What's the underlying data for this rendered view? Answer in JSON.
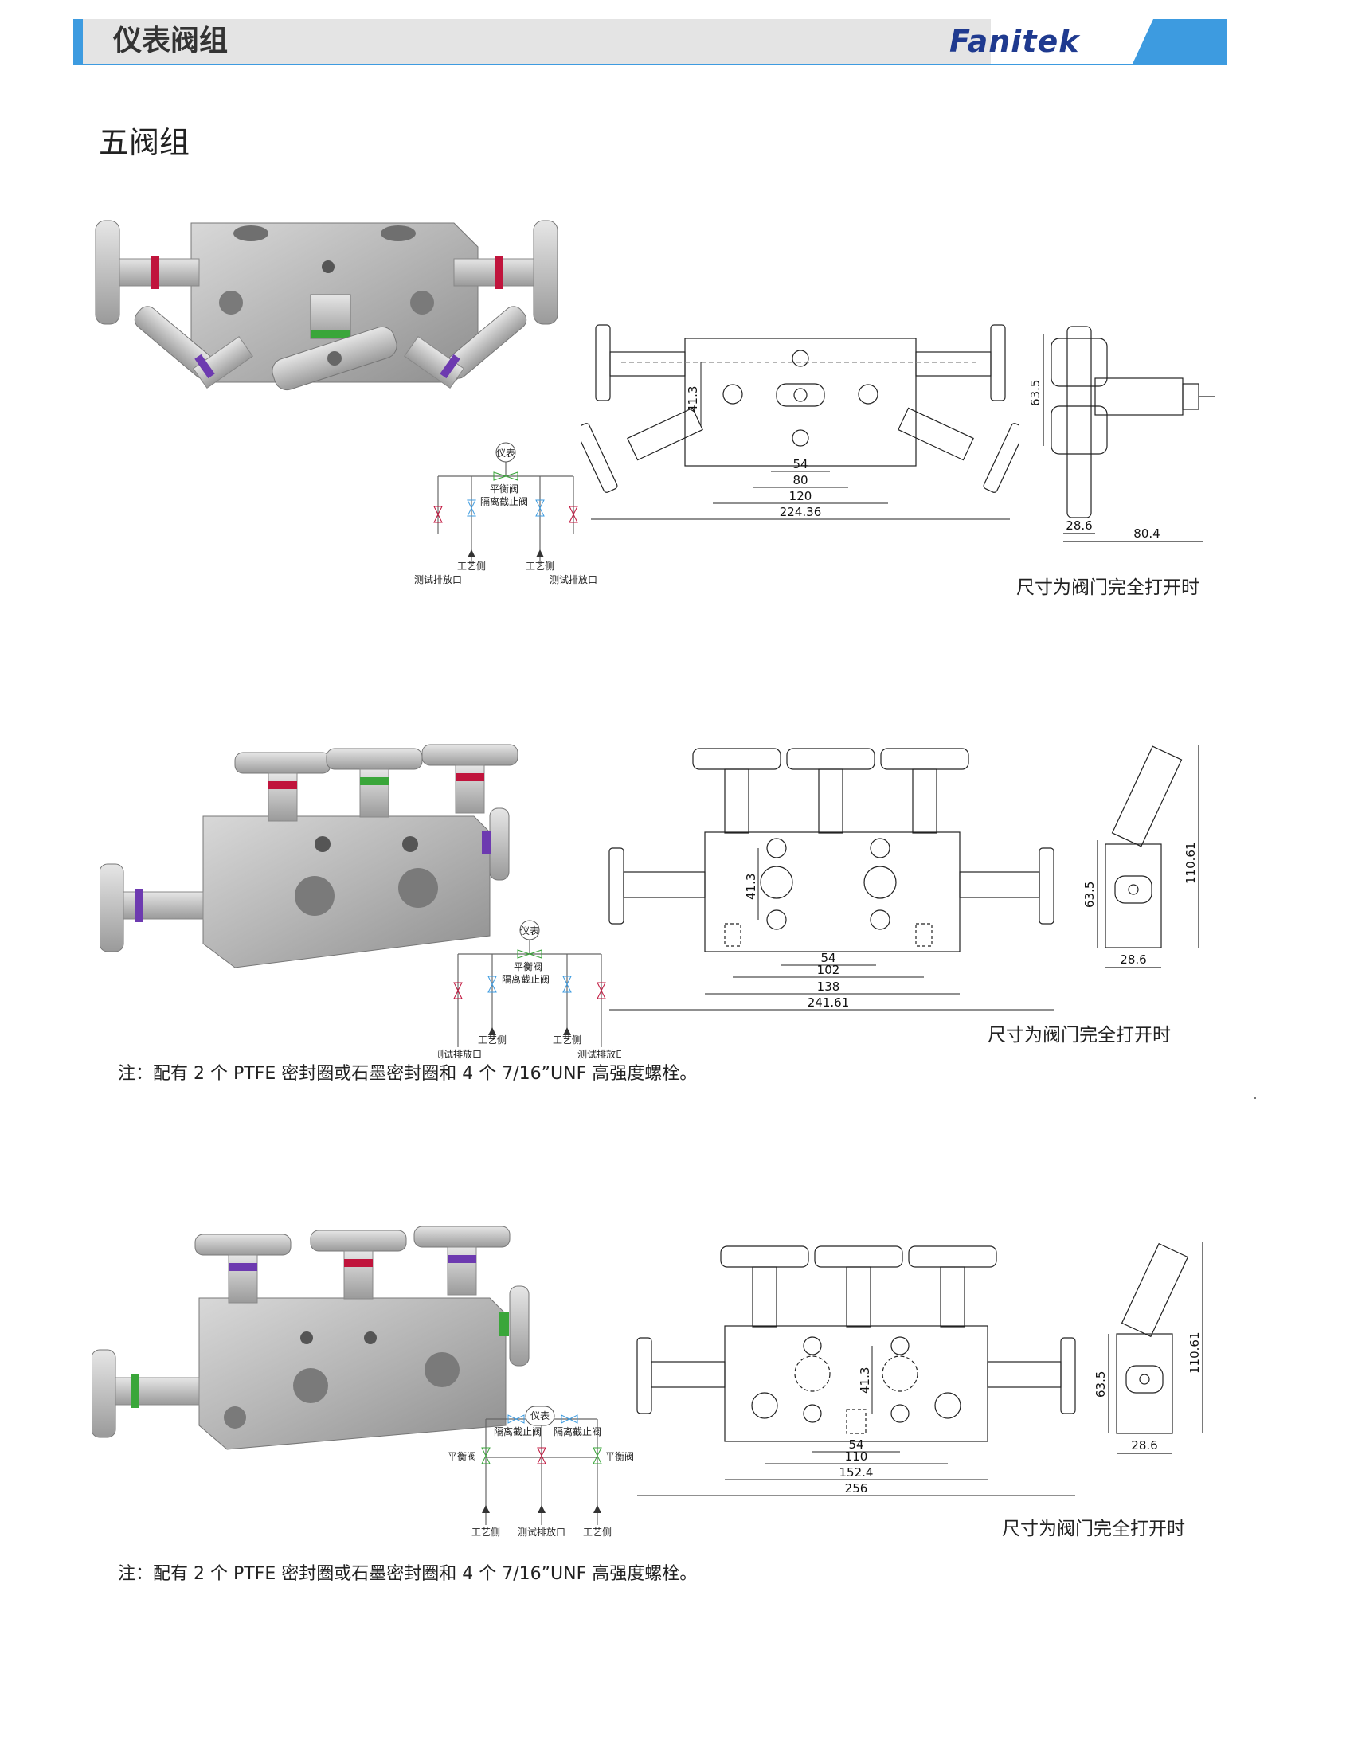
{
  "header": {
    "title": "仪表阀组",
    "logo": "Fanitek",
    "accent_color": "#3d9be0",
    "logo_color": "#1f3a8f"
  },
  "section_title": "五阀组",
  "schematic_labels": {
    "instrument": "仪表",
    "balance_valve": "平衡阀",
    "isolation_valve": "隔离截止阀",
    "process_side": "工艺侧",
    "test_drain": "测试排放口"
  },
  "products": [
    {
      "dims": [
        "54",
        "80",
        "120",
        "224.36",
        "41.3",
        "63.5",
        "28.6",
        "80.4"
      ],
      "caption": "尺寸为阀门完全打开时",
      "handle_colors": [
        "#c0143c",
        "#6d3ab0",
        "#3aa63a"
      ]
    },
    {
      "dims": [
        "54",
        "102",
        "138",
        "241.61",
        "41.3",
        "63.5",
        "28.6",
        "110.61"
      ],
      "caption": "尺寸为阀门完全打开时",
      "note": "注：配有 2 个 PTFE 密封圈或石墨密封圈和 4 个 7/16”UNF 高强度螺栓。",
      "handle_colors": [
        "#c0143c",
        "#3aa63a",
        "#c0143c",
        "#6d3ab0"
      ]
    },
    {
      "dims": [
        "54",
        "110",
        "152.4",
        "256",
        "41.3",
        "63.5",
        "28.6",
        "110.61"
      ],
      "caption": "尺寸为阀门完全打开时",
      "note": "注：配有 2 个 PTFE 密封圈或石墨密封圈和 4 个 7/16”UNF 高强度螺栓。",
      "handle_colors": [
        "#6d3ab0",
        "#c0143c",
        "#6d3ab0",
        "#3aa63a"
      ]
    }
  ]
}
